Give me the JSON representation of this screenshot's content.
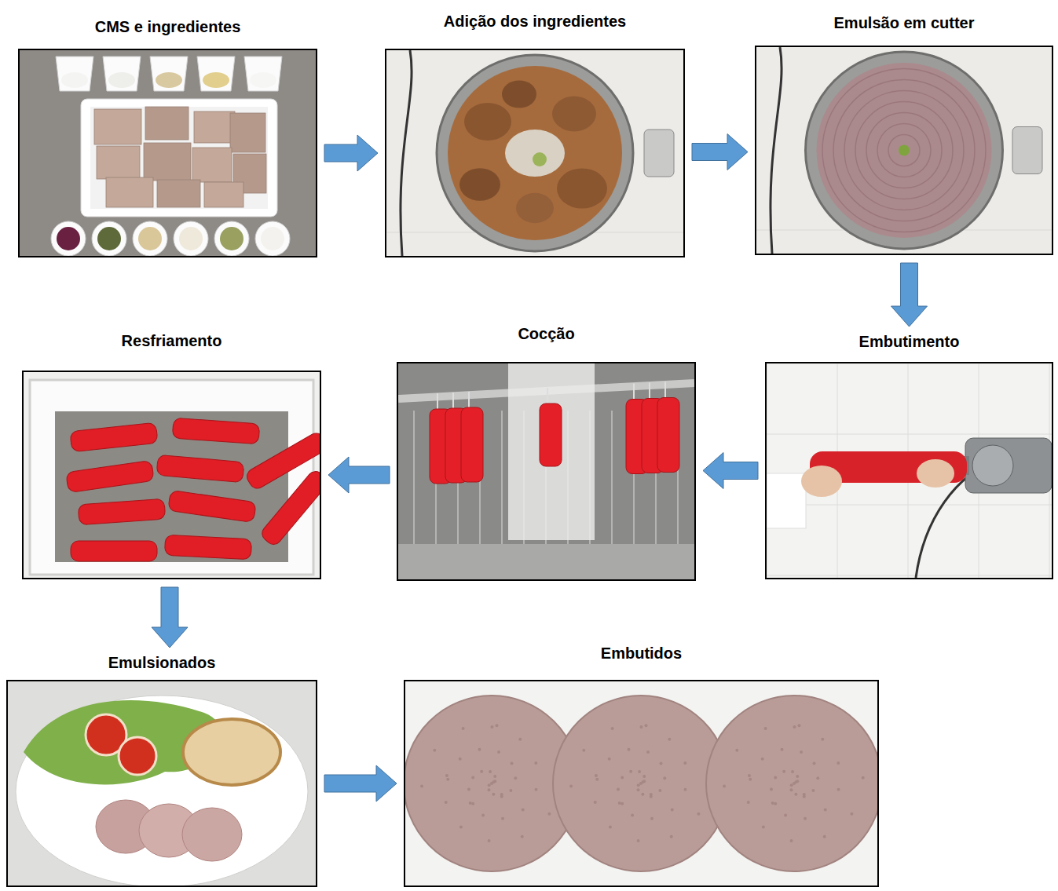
{
  "diagram": {
    "nodes": [
      {
        "text": [
          "CMS e ingredientes"
        ]
      },
      {
        "text": [
          "Adição dos ingredientes"
        ]
      },
      {
        "text": [
          "Emulsão em cutter"
        ]
      },
      {
        "text": [
          "Embutimento"
        ]
      },
      {
        "text": [
          "Cocção"
        ]
      },
      {
        "text": [
          "Resfriamento"
        ]
      },
      {
        "text": [
          "Emulsionados"
        ]
      },
      {
        "text": [
          "Embutidos"
        ]
      }
    ],
    "edges": [
      {
        "from": 0,
        "to": 1,
        "arrow": "to"
      },
      {
        "from": 1,
        "to": 2,
        "arrow": "to"
      },
      {
        "from": 2,
        "to": 3,
        "arrow": "to"
      },
      {
        "from": 3,
        "to": 4,
        "arrow": "to"
      },
      {
        "from": 4,
        "to": 5,
        "arrow": "to"
      },
      {
        "from": 5,
        "to": 6,
        "arrow": "to"
      },
      {
        "from": 6,
        "to": 7,
        "arrow": "to"
      }
    ]
  }
}
